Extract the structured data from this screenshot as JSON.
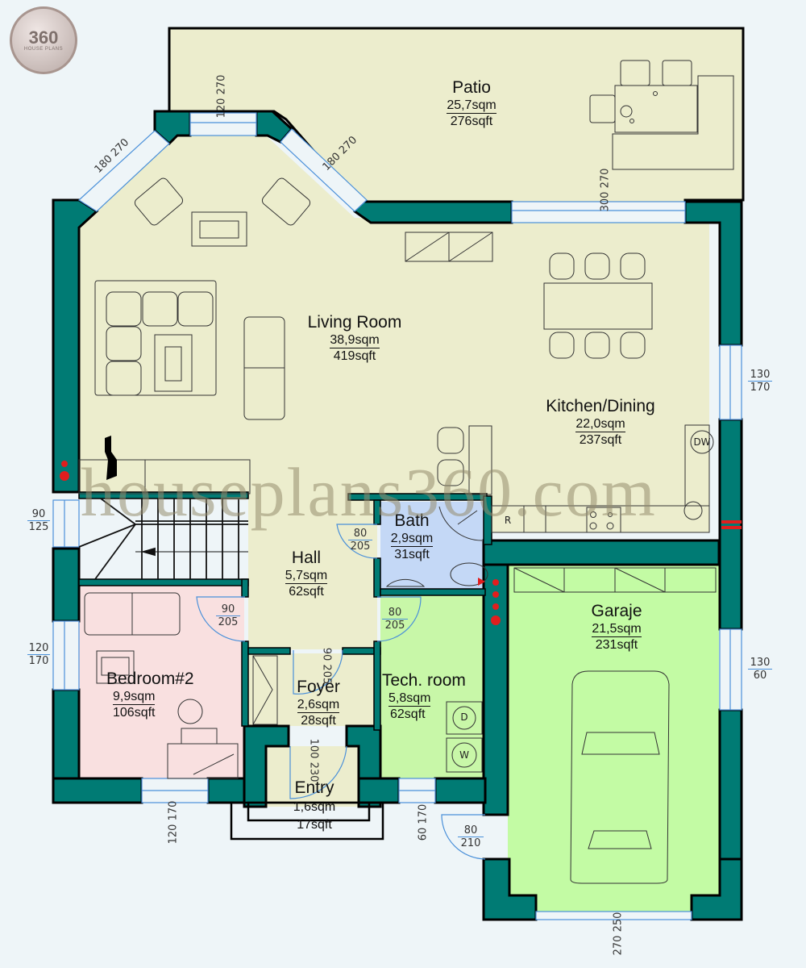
{
  "logo": {
    "number": "360",
    "subtitle": "HOUSE PLANS"
  },
  "watermark": "houseplans360.com",
  "colors": {
    "wall": "#007b74",
    "wall_outline": "#000000",
    "patio_fill": "#ecedcd",
    "living_fill": "#ecedcd",
    "bath_fill": "#c4d8f6",
    "bedroom_fill": "#f9e0e0",
    "tech_fill": "#c8f7a8",
    "garage_fill": "#c3fba4",
    "window": "#4a90d9",
    "background": "#eef5f8"
  },
  "rooms": [
    {
      "id": "patio",
      "name": "Patio",
      "sqm": "25,7sqm",
      "sqft": "276sqft"
    },
    {
      "id": "living",
      "name": "Living Room",
      "sqm": "38,9sqm",
      "sqft": "419sqft"
    },
    {
      "id": "kitchen",
      "name": "Kitchen/Dining",
      "sqm": "22,0sqm",
      "sqft": "237sqft"
    },
    {
      "id": "bath",
      "name": "Bath",
      "sqm": "2,9sqm",
      "sqft": "31sqft"
    },
    {
      "id": "hall",
      "name": "Hall",
      "sqm": "5,7sqm",
      "sqft": "62sqft"
    },
    {
      "id": "garage",
      "name": "Garaje",
      "sqm": "21,5sqm",
      "sqft": "231sqft"
    },
    {
      "id": "bedroom2",
      "name": "Bedroom#2",
      "sqm": "9,9sqm",
      "sqft": "106sqft"
    },
    {
      "id": "foyer",
      "name": "Foyer",
      "sqm": "2,6sqm",
      "sqft": "28sqft"
    },
    {
      "id": "tech",
      "name": "Tech. room",
      "sqm": "5,8sqm",
      "sqft": "62sqft"
    },
    {
      "id": "entry",
      "name": "Entry",
      "sqm": "1,6sqm",
      "sqft": "17sqft"
    }
  ],
  "openings": [
    {
      "id": "win-bay-top",
      "w": "120",
      "h": "270"
    },
    {
      "id": "win-bay-left",
      "w": "180",
      "h": "270"
    },
    {
      "id": "win-bay-right",
      "w": "180",
      "h": "270"
    },
    {
      "id": "door-patio",
      "w": "300",
      "h": "270"
    },
    {
      "id": "win-kitchen-east",
      "w": "130",
      "h": "170"
    },
    {
      "id": "win-stair-west",
      "w": "90",
      "h": "125"
    },
    {
      "id": "win-bed-west",
      "w": "120",
      "h": "170"
    },
    {
      "id": "door-bath",
      "w": "80",
      "h": "205"
    },
    {
      "id": "door-bedroom",
      "w": "90",
      "h": "205"
    },
    {
      "id": "door-tech",
      "w": "80",
      "h": "205"
    },
    {
      "id": "door-foyer",
      "w": "90",
      "h": "205"
    },
    {
      "id": "door-entry",
      "w": "100",
      "h": "230"
    },
    {
      "id": "win-garage-east",
      "w": "130",
      "h": "60"
    },
    {
      "id": "win-bed-south",
      "w": "120",
      "h": "170"
    },
    {
      "id": "win-tech-south",
      "w": "60",
      "h": "170"
    },
    {
      "id": "door-garage-side",
      "w": "80",
      "h": "210"
    },
    {
      "id": "door-garage-main",
      "w": "270",
      "h": "250"
    }
  ],
  "appliances": {
    "dishwasher": "DW",
    "refrigerator": "R",
    "dryer": "D",
    "washer": "W"
  }
}
